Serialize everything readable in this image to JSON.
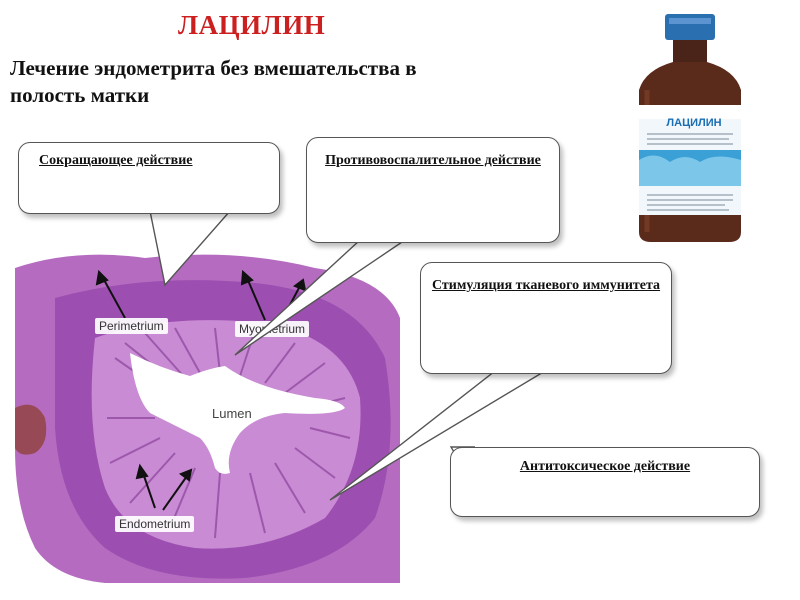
{
  "title": "ЛАЦИЛИН",
  "subtitle": {
    "line1": "Лечение эндометрита без вмешательства  в",
    "line2": "полость матки"
  },
  "callouts": {
    "contracting": "Сокращающее действие",
    "anti_inflammatory": "Противовоспалительное действие",
    "tissue_immunity": "Стимуляция тканевого иммунитета",
    "antitoxic": "Антитоксическое действие"
  },
  "histology": {
    "labels": {
      "perimetrium": "Perimetrium",
      "myometrium": "Myometrium",
      "lumen": "Lumen",
      "endometrium": "Endometrium"
    }
  },
  "product": {
    "brand": "ЛАЦИЛИН"
  },
  "colors": {
    "title": "#cc2020",
    "tissue_outer": "#c67bc8",
    "tissue_inner": "#8a3fa0",
    "bottle_glass": "#5a2a1a",
    "bottle_cap": "#2a6fb0"
  }
}
